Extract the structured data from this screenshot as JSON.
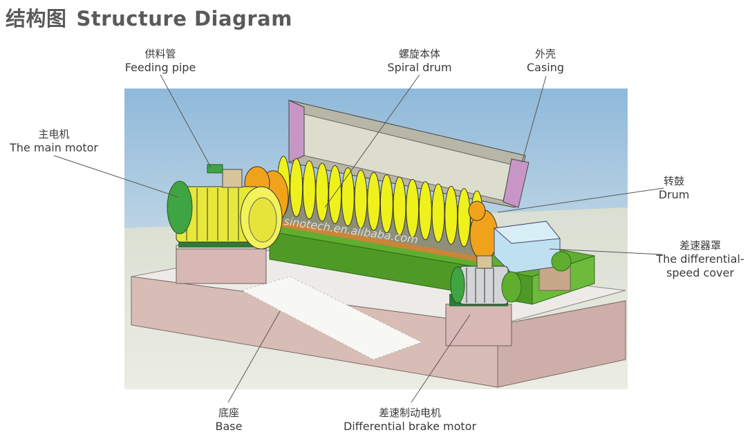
{
  "title": {
    "cn": "结构图",
    "en": "Structure Diagram"
  },
  "labels": {
    "feeding_pipe": {
      "cn": "供料管",
      "en": "Feeding pipe"
    },
    "spiral_drum": {
      "cn": "螺旋本体",
      "en": "Spiral drum"
    },
    "casing": {
      "cn": "外壳",
      "en": "Casing"
    },
    "main_motor": {
      "cn": "主电机",
      "en": "The main motor"
    },
    "drum": {
      "cn": "转鼓",
      "en": "Drum"
    },
    "diff_cover": {
      "cn": "差速器罩",
      "en1": "The differential-",
      "en2": "speed cover"
    },
    "base": {
      "cn": "底座",
      "en": "Base"
    },
    "brake_motor": {
      "cn": "差速制动电机",
      "en": "Differential brake motor"
    }
  },
  "watermark": "sinotech.en.alibaba.com"
}
